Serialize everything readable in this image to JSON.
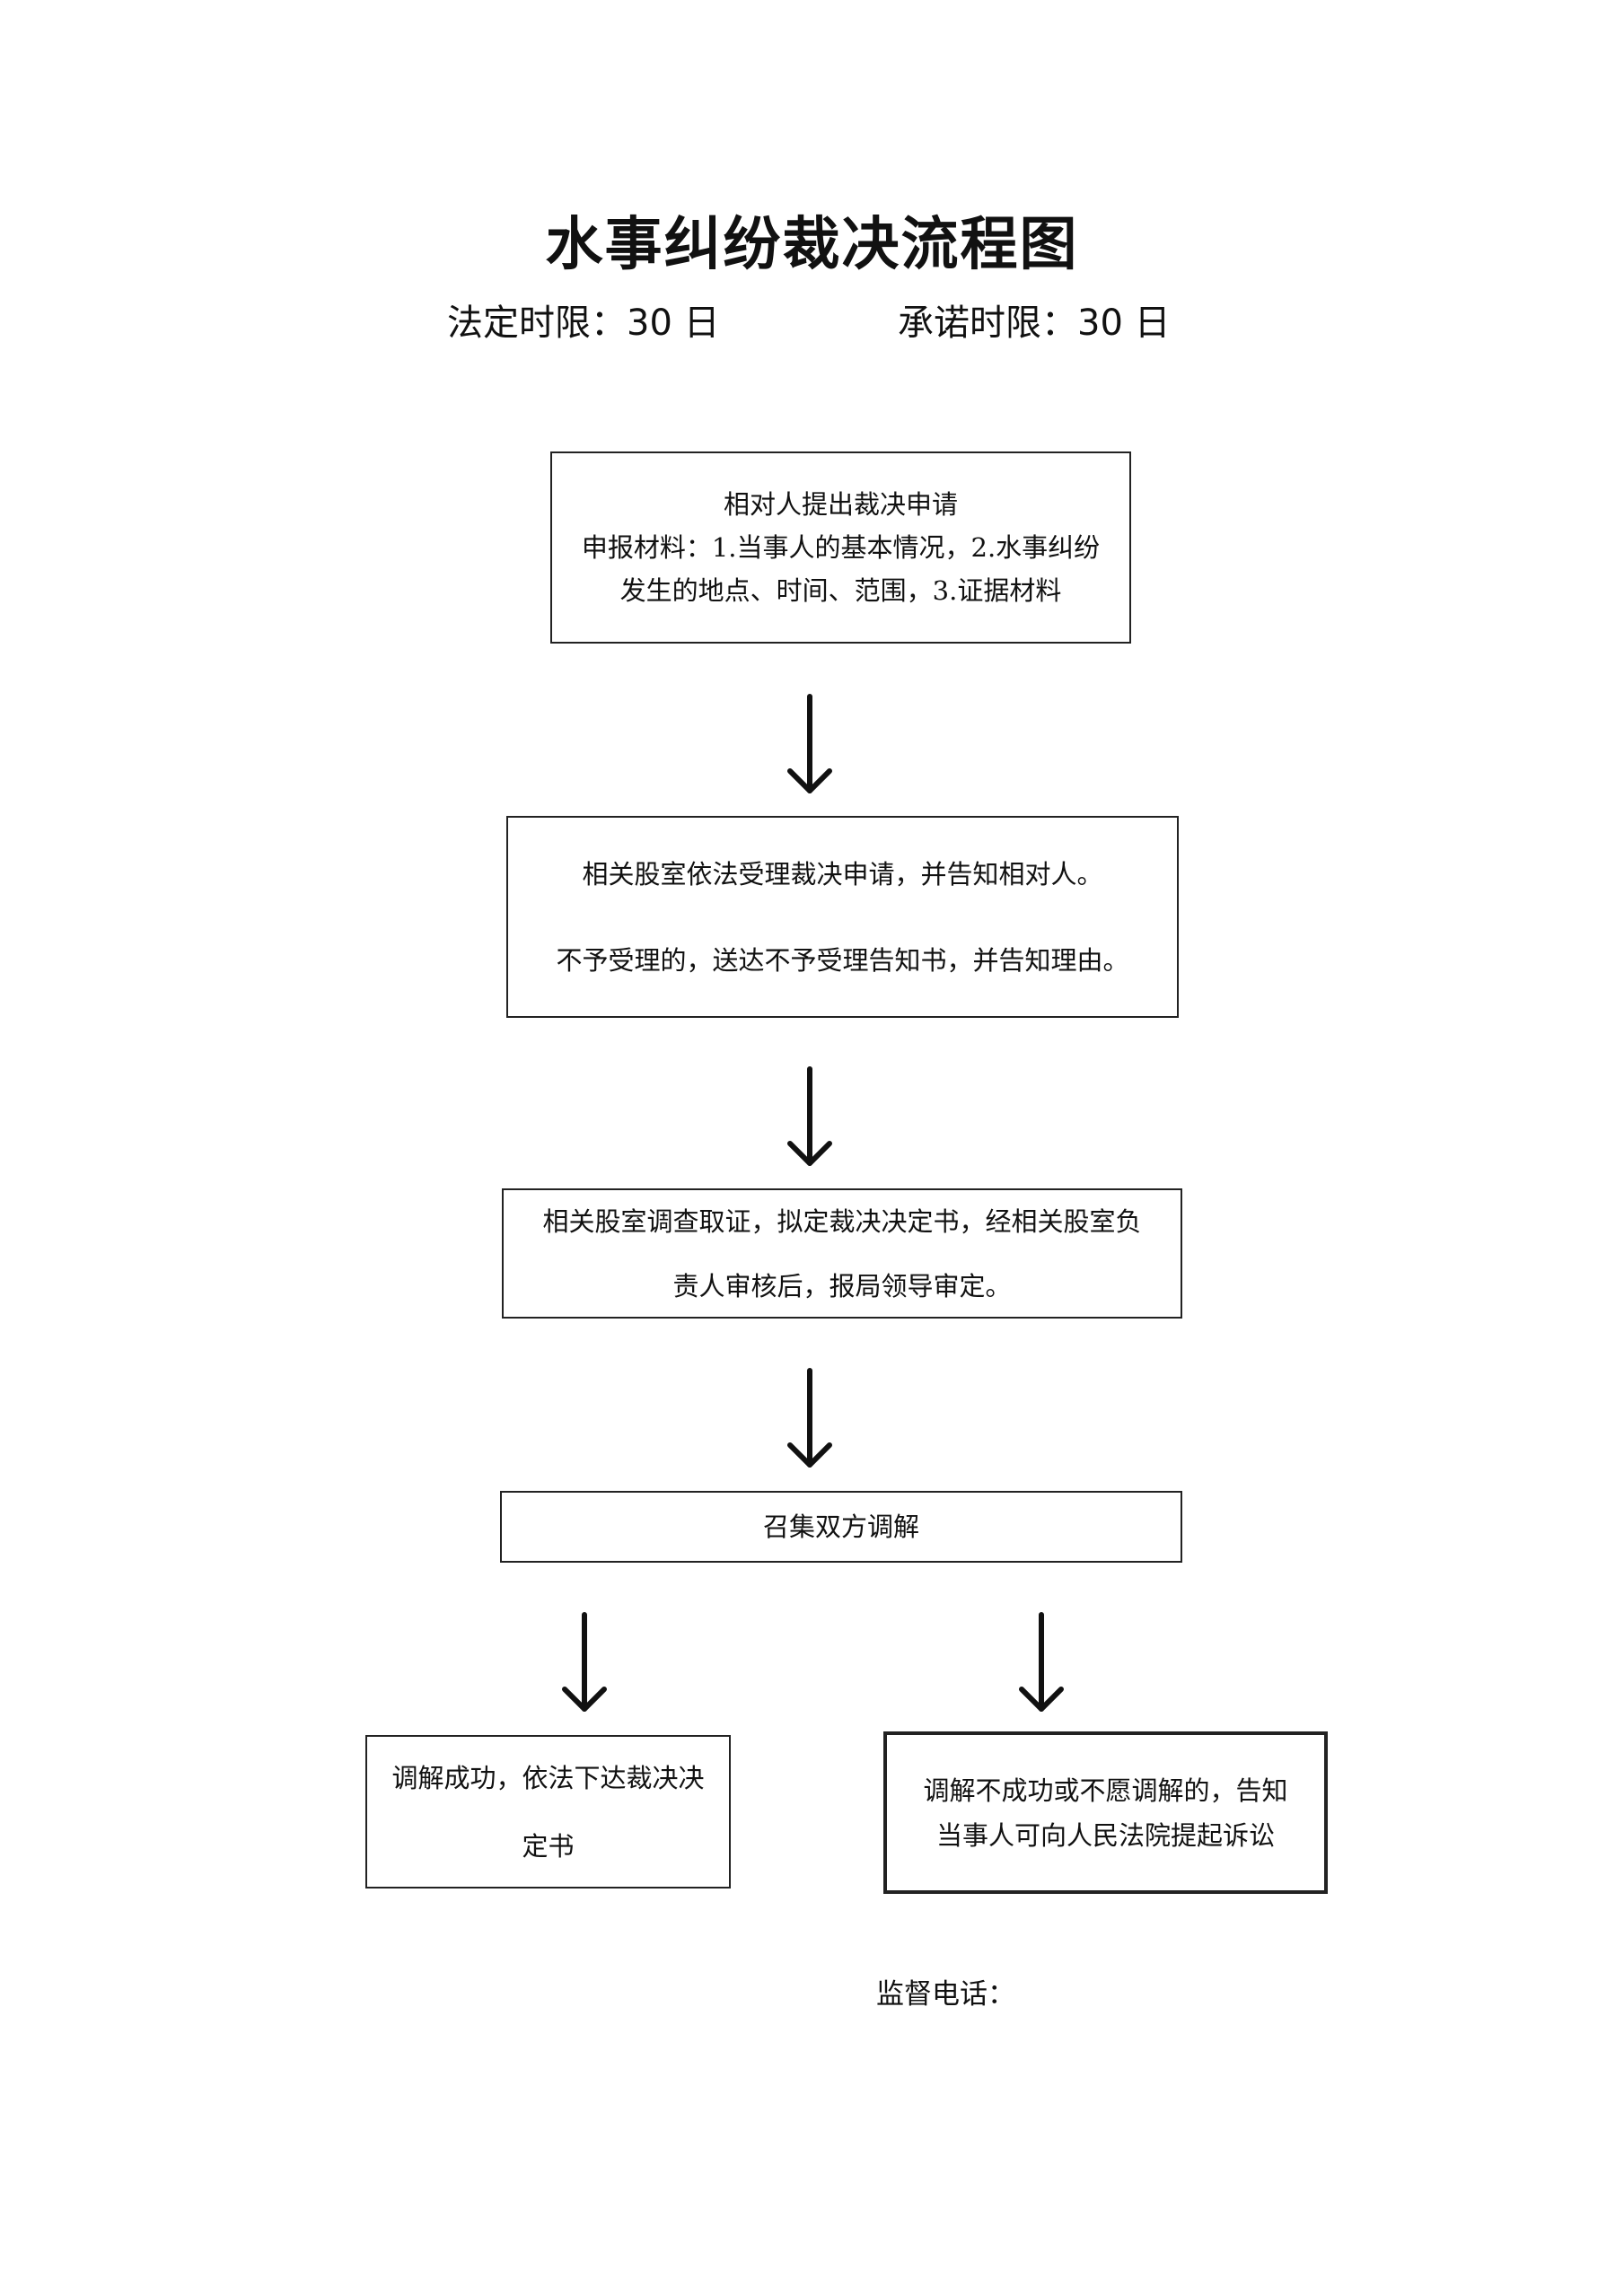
{
  "title": "水事纠纷裁决流程图",
  "limits": {
    "legal": "法定时限：30 日",
    "promised": "承诺时限：30 日"
  },
  "steps": [
    {
      "id": "application",
      "lines": [
        "相对人提出裁决申请",
        "申报材料：1.当事人的基本情况，2.水事纠纷",
        "发生的地点、时间、范围，3.证据材料"
      ]
    },
    {
      "id": "acceptance",
      "lines": [
        "相关股室依法受理裁决申请，并告知相对人。",
        "不予受理的，送达不予受理告知书，并告知理由。"
      ]
    },
    {
      "id": "investigation",
      "lines": [
        "相关股室调查取证，拟定裁决决定书，经相关股室负",
        "责人审核后，报局领导审定。"
      ]
    },
    {
      "id": "mediation",
      "lines": [
        "召集双方调解"
      ]
    },
    {
      "id": "mediation-success",
      "lines": [
        "调解成功，依法下达裁决决",
        "定书"
      ]
    },
    {
      "id": "mediation-failure",
      "lines": [
        "调解不成功或不愿调解的，告知",
        "当事人可向人民法院提起诉讼"
      ]
    }
  ],
  "footer": {
    "hotline_label": "监督电话："
  },
  "colors": {
    "line": "#111111",
    "border": "#222222",
    "background": "#ffffff"
  }
}
